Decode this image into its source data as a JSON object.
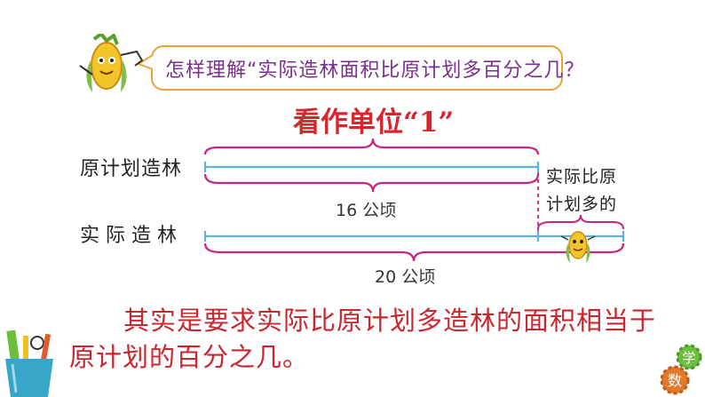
{
  "question": "怎样理解“实际造林面积比原计划多百分之几？",
  "unit_title": "看作单位“1”",
  "rows": {
    "plan_label": "原计划造林",
    "actual_label": "实际造林"
  },
  "values": {
    "plan_value": "16 公顷",
    "actual_value": "20 公顷"
  },
  "note": {
    "line1": "实际比原",
    "line2": "计划多的"
  },
  "explanation": {
    "line1": "其实是要求实际比原计划多造林的面积相当于",
    "line2": "原计划的百分之几。"
  },
  "logo": {
    "char1": "学",
    "char2": "数"
  },
  "colors": {
    "bracket": "#c7257e",
    "line": "#5bb6d6",
    "bubble_border": "#e9a23b",
    "question_text": "#7a2f8f",
    "emphasis_text": "#d8262f"
  },
  "icons": [
    "corn-mascot-icon",
    "small-corn-mascot-icon",
    "stationery-cup-icon",
    "gear-logo-icon"
  ]
}
